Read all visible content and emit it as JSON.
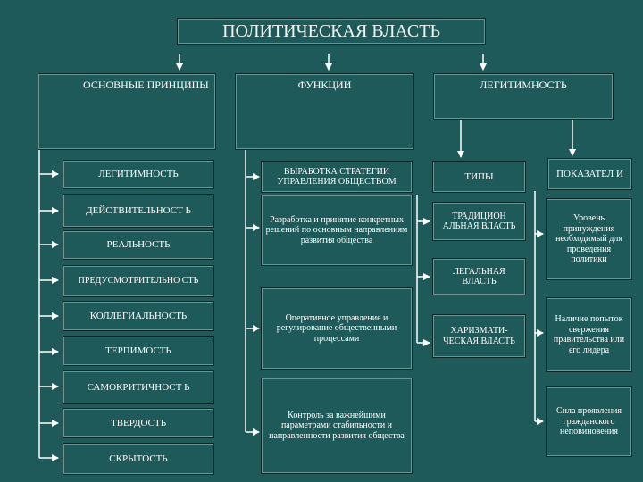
{
  "title": "ПОЛИТИЧЕСКАЯ ВЛАСТЬ",
  "columns": {
    "principles": {
      "header": "ОСНОВНЫЕ ПРИНЦИПЫ",
      "items": [
        "ЛЕГИТИМНОСТЬ",
        "ДЕЙСТВИТЕЛЬНОСТ Ь",
        "РЕАЛЬНОСТЬ",
        "ПРЕДУСМОТРИТЕЛЬНО СТЬ",
        "КОЛЛЕГИАЛЬНОСТЬ",
        "ТЕРПИМОСТЬ",
        "САМОКРИТИЧНОСТ Ь",
        "ТВЕРДОСТЬ",
        "СКРЫТОСТЬ"
      ]
    },
    "functions": {
      "header": "ФУНКЦИИ",
      "items": [
        {
          "title": "ВЫРАБОТКА СТРАТЕГИИ УПРАВЛЕНИЯ ОБЩЕСТВОМ",
          "text": "Разработка и принятие конкретных решений по основным направлениям развития общества"
        },
        {
          "title": "",
          "text": "Оперативное управление и регулирование общественными процессами"
        },
        {
          "title": "",
          "text": "Контроль за важнейшими параметрами стабильности и направленности развития общества"
        }
      ]
    },
    "legitimacy": {
      "header": "ЛЕГИТИМНОСТЬ",
      "types_header": "ТИПЫ",
      "types": [
        "ТРАДИЦИОН АЛЬНАЯ ВЛАСТЬ",
        "ЛЕГАЛЬНАЯ ВЛАСТЬ",
        "ХАРИЗМАТИ- ЧЕСКАЯ ВЛАСТЬ"
      ],
      "indicators_header": "ПОКАЗАТЕЛ И",
      "indicators": [
        "Уровень принуждения необходимый для проведения политики",
        "Наличие попыток свержения правительства или его лидера",
        "Сила проявления гражданского неповиновения"
      ]
    }
  }
}
